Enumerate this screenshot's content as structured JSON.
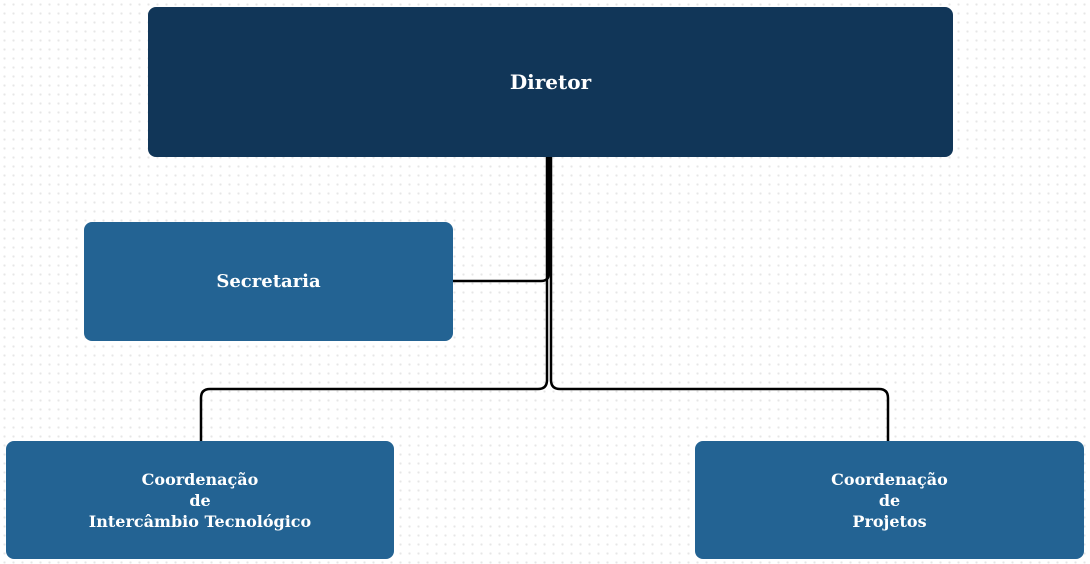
{
  "chart": {
    "director": {
      "label": "Diretor"
    },
    "secretary": {
      "label": "Secretaria"
    },
    "coord_tech": {
      "line1": "Coordenação",
      "line2": "de",
      "line3": "Intercâmbio Tecnológico"
    },
    "coord_proj": {
      "line1": "Coordenação",
      "line2": "de",
      "line3": "Projetos"
    }
  },
  "colors": {
    "director_fill": "#113658",
    "unit_fill": "#236393",
    "connector": "#000000",
    "text": "#ffffff"
  }
}
